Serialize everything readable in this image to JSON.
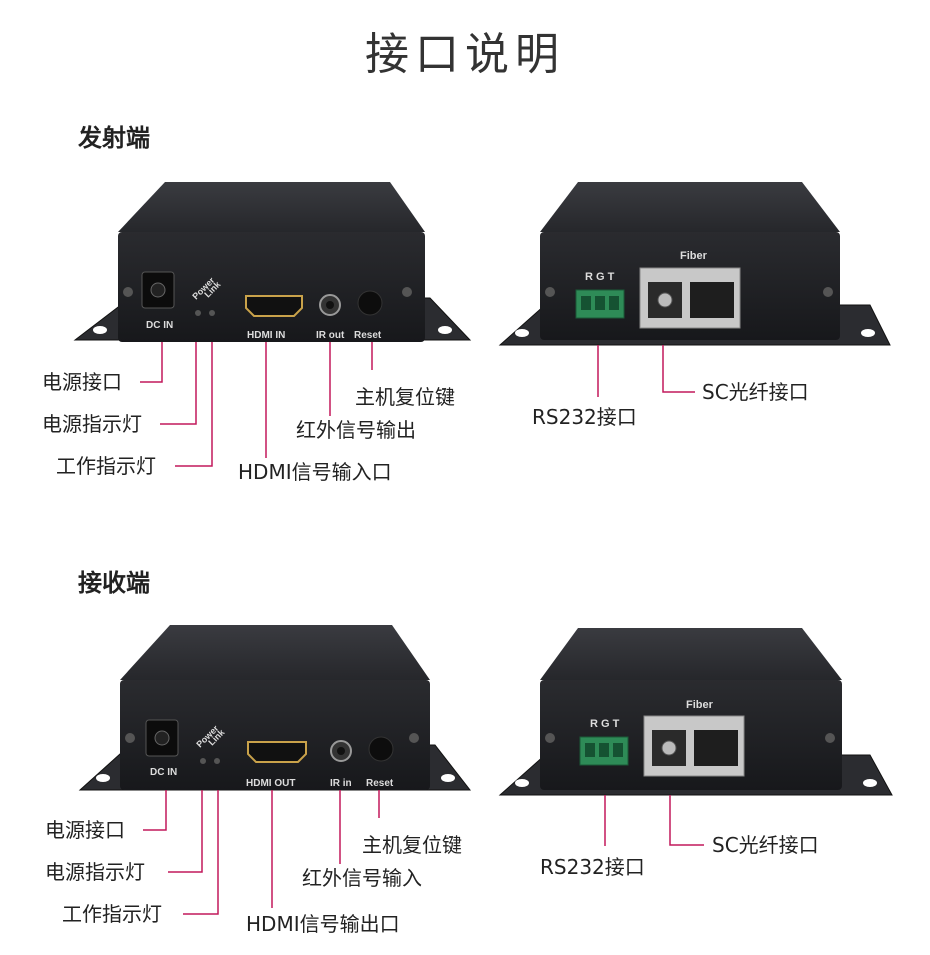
{
  "page_title": "接口说明",
  "colors": {
    "device_body": "#222326",
    "leader_line": "#c2185b",
    "terminal": "#2e8b57"
  },
  "transmitter": {
    "heading": "发射端",
    "panel": {
      "dc": "DC  IN",
      "power": "Power",
      "link": "Link",
      "hdmi": "HDMI IN",
      "ir": "IR out",
      "reset": "Reset"
    },
    "fiber_panel": {
      "rgt": "R G T",
      "fiber": "Fiber"
    },
    "labels": {
      "power_jack": "电源接口",
      "power_led": "电源指示灯",
      "work_led": "工作指示灯",
      "hdmi": "HDMI信号输入口",
      "ir": "红外信号输出",
      "reset": "主机复位键",
      "rs232": "RS232接口",
      "sc": "SC光纤接口"
    }
  },
  "receiver": {
    "heading": "接收端",
    "panel": {
      "dc": "DC  IN",
      "power": "Power",
      "link": "Link",
      "hdmi": "HDMI OUT",
      "ir": "IR in",
      "reset": "Reset"
    },
    "fiber_panel": {
      "rgt": "R G T",
      "fiber": "Fiber"
    },
    "labels": {
      "power_jack": "电源接口",
      "power_led": "电源指示灯",
      "work_led": "工作指示灯",
      "hdmi": "HDMI信号输出口",
      "ir": "红外信号输入",
      "reset": "主机复位键",
      "rs232": "RS232接口",
      "sc": "SC光纤接口"
    }
  }
}
